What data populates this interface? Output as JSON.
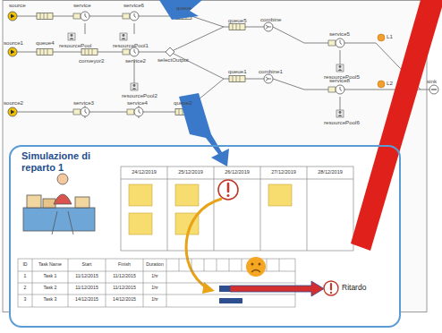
{
  "diagram": {
    "nodes": [
      {
        "text": [
          "Simulazione di reparto 1"
        ]
      }
    ],
    "labels": [
      "source",
      "service",
      "service6",
      "queue",
      "resourcePool",
      "resourcePool1",
      "queue4",
      "conveyor2",
      "source1",
      "service2",
      "selectOutput",
      "resourcePool2",
      "queue5",
      "combine",
      "service5",
      "L1",
      "resourcePool5",
      "queue1",
      "combine1",
      "service8",
      "L2",
      "resourcePool6",
      "sink",
      "source2",
      "service3",
      "service4",
      "queue2",
      "24/12/2019",
      "25/12/2019",
      "26/12/2019",
      "27/12/2019",
      "28/12/2019",
      "ID",
      "Task Name",
      "Start",
      "Finish",
      "Duration",
      "1",
      "Task 1",
      "11/12/2015",
      "11/12/2015",
      "1hr",
      "2",
      "Task 2",
      "11/12/2015",
      "11/12/2015",
      "1hr",
      "3",
      "Task 3",
      "14/12/2015",
      "14/12/2015",
      "1hr",
      "Ritardo"
    ]
  }
}
